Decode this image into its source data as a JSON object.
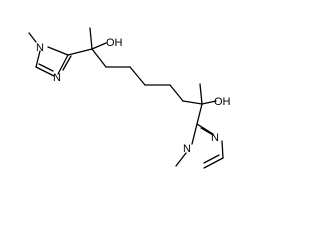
{
  "molecule": {
    "labels": {
      "oh_top": "OH",
      "oh_bottom": "OH",
      "n_methyl_top": "N",
      "n_ring_top": "N",
      "n_methyl_bottom": "N",
      "n_ring_bottom": "N"
    }
  }
}
